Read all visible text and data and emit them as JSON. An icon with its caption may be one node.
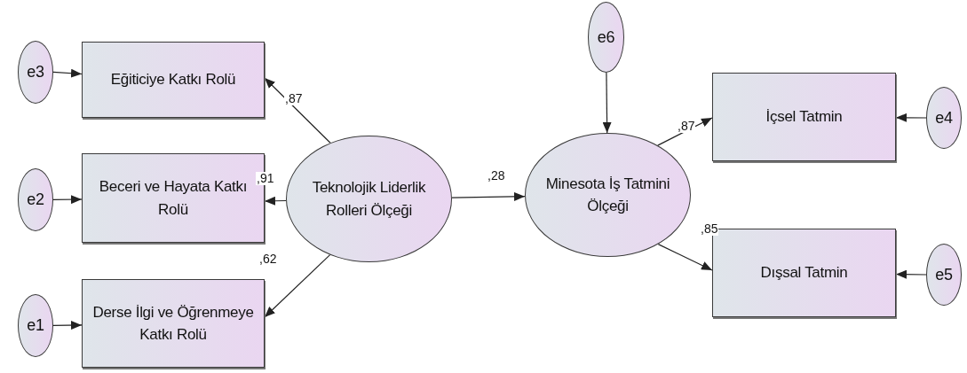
{
  "diagram": {
    "nodes": [
      {
        "text": [
          "e3"
        ]
      },
      {
        "text": [
          "Eğiticiye Katkı Rolü"
        ]
      },
      {
        "text": [
          "e6"
        ]
      },
      {
        "text": [
          "İçsel Tatmin"
        ]
      },
      {
        "text": [
          "e4"
        ]
      },
      {
        "text": [
          "e2"
        ]
      },
      {
        "text": [
          "Beceri ve Hayata Katkı Rolü"
        ]
      },
      {
        "text": [
          "Teknolojik Liderlik Rolleri Ölçeği"
        ]
      },
      {
        "text": [
          "Minesota İş Tatmini Ölçeği"
        ]
      },
      {
        "text": [
          "Dışsal Tatmin"
        ]
      },
      {
        "text": [
          "e5"
        ]
      },
      {
        "text": [
          "e1"
        ]
      },
      {
        "text": [
          "Derse İlgi ve Öğrenmeye Katkı Rolü"
        ]
      }
    ],
    "edges": [
      {
        "from": 0,
        "to": 1,
        "arrow": "to"
      },
      {
        "from": 5,
        "to": 6,
        "arrow": "to"
      },
      {
        "from": 11,
        "to": 12,
        "arrow": "to"
      },
      {
        "from": 7,
        "to": 1,
        "arrow": "to",
        "label": ",87"
      },
      {
        "from": 7,
        "to": 6,
        "arrow": "to",
        "label": ",91"
      },
      {
        "from": 7,
        "to": 12,
        "arrow": "to",
        "label": ",62"
      },
      {
        "from": 7,
        "to": 8,
        "arrow": "to",
        "label": ",28"
      },
      {
        "from": 2,
        "to": 8,
        "arrow": "to"
      },
      {
        "from": 8,
        "to": 3,
        "arrow": "to",
        "label": ",87"
      },
      {
        "from": 8,
        "to": 9,
        "arrow": "to",
        "label": ",85"
      },
      {
        "from": 4,
        "to": 3,
        "arrow": "to"
      },
      {
        "from": 10,
        "to": 9,
        "arrow": "to"
      }
    ]
  }
}
